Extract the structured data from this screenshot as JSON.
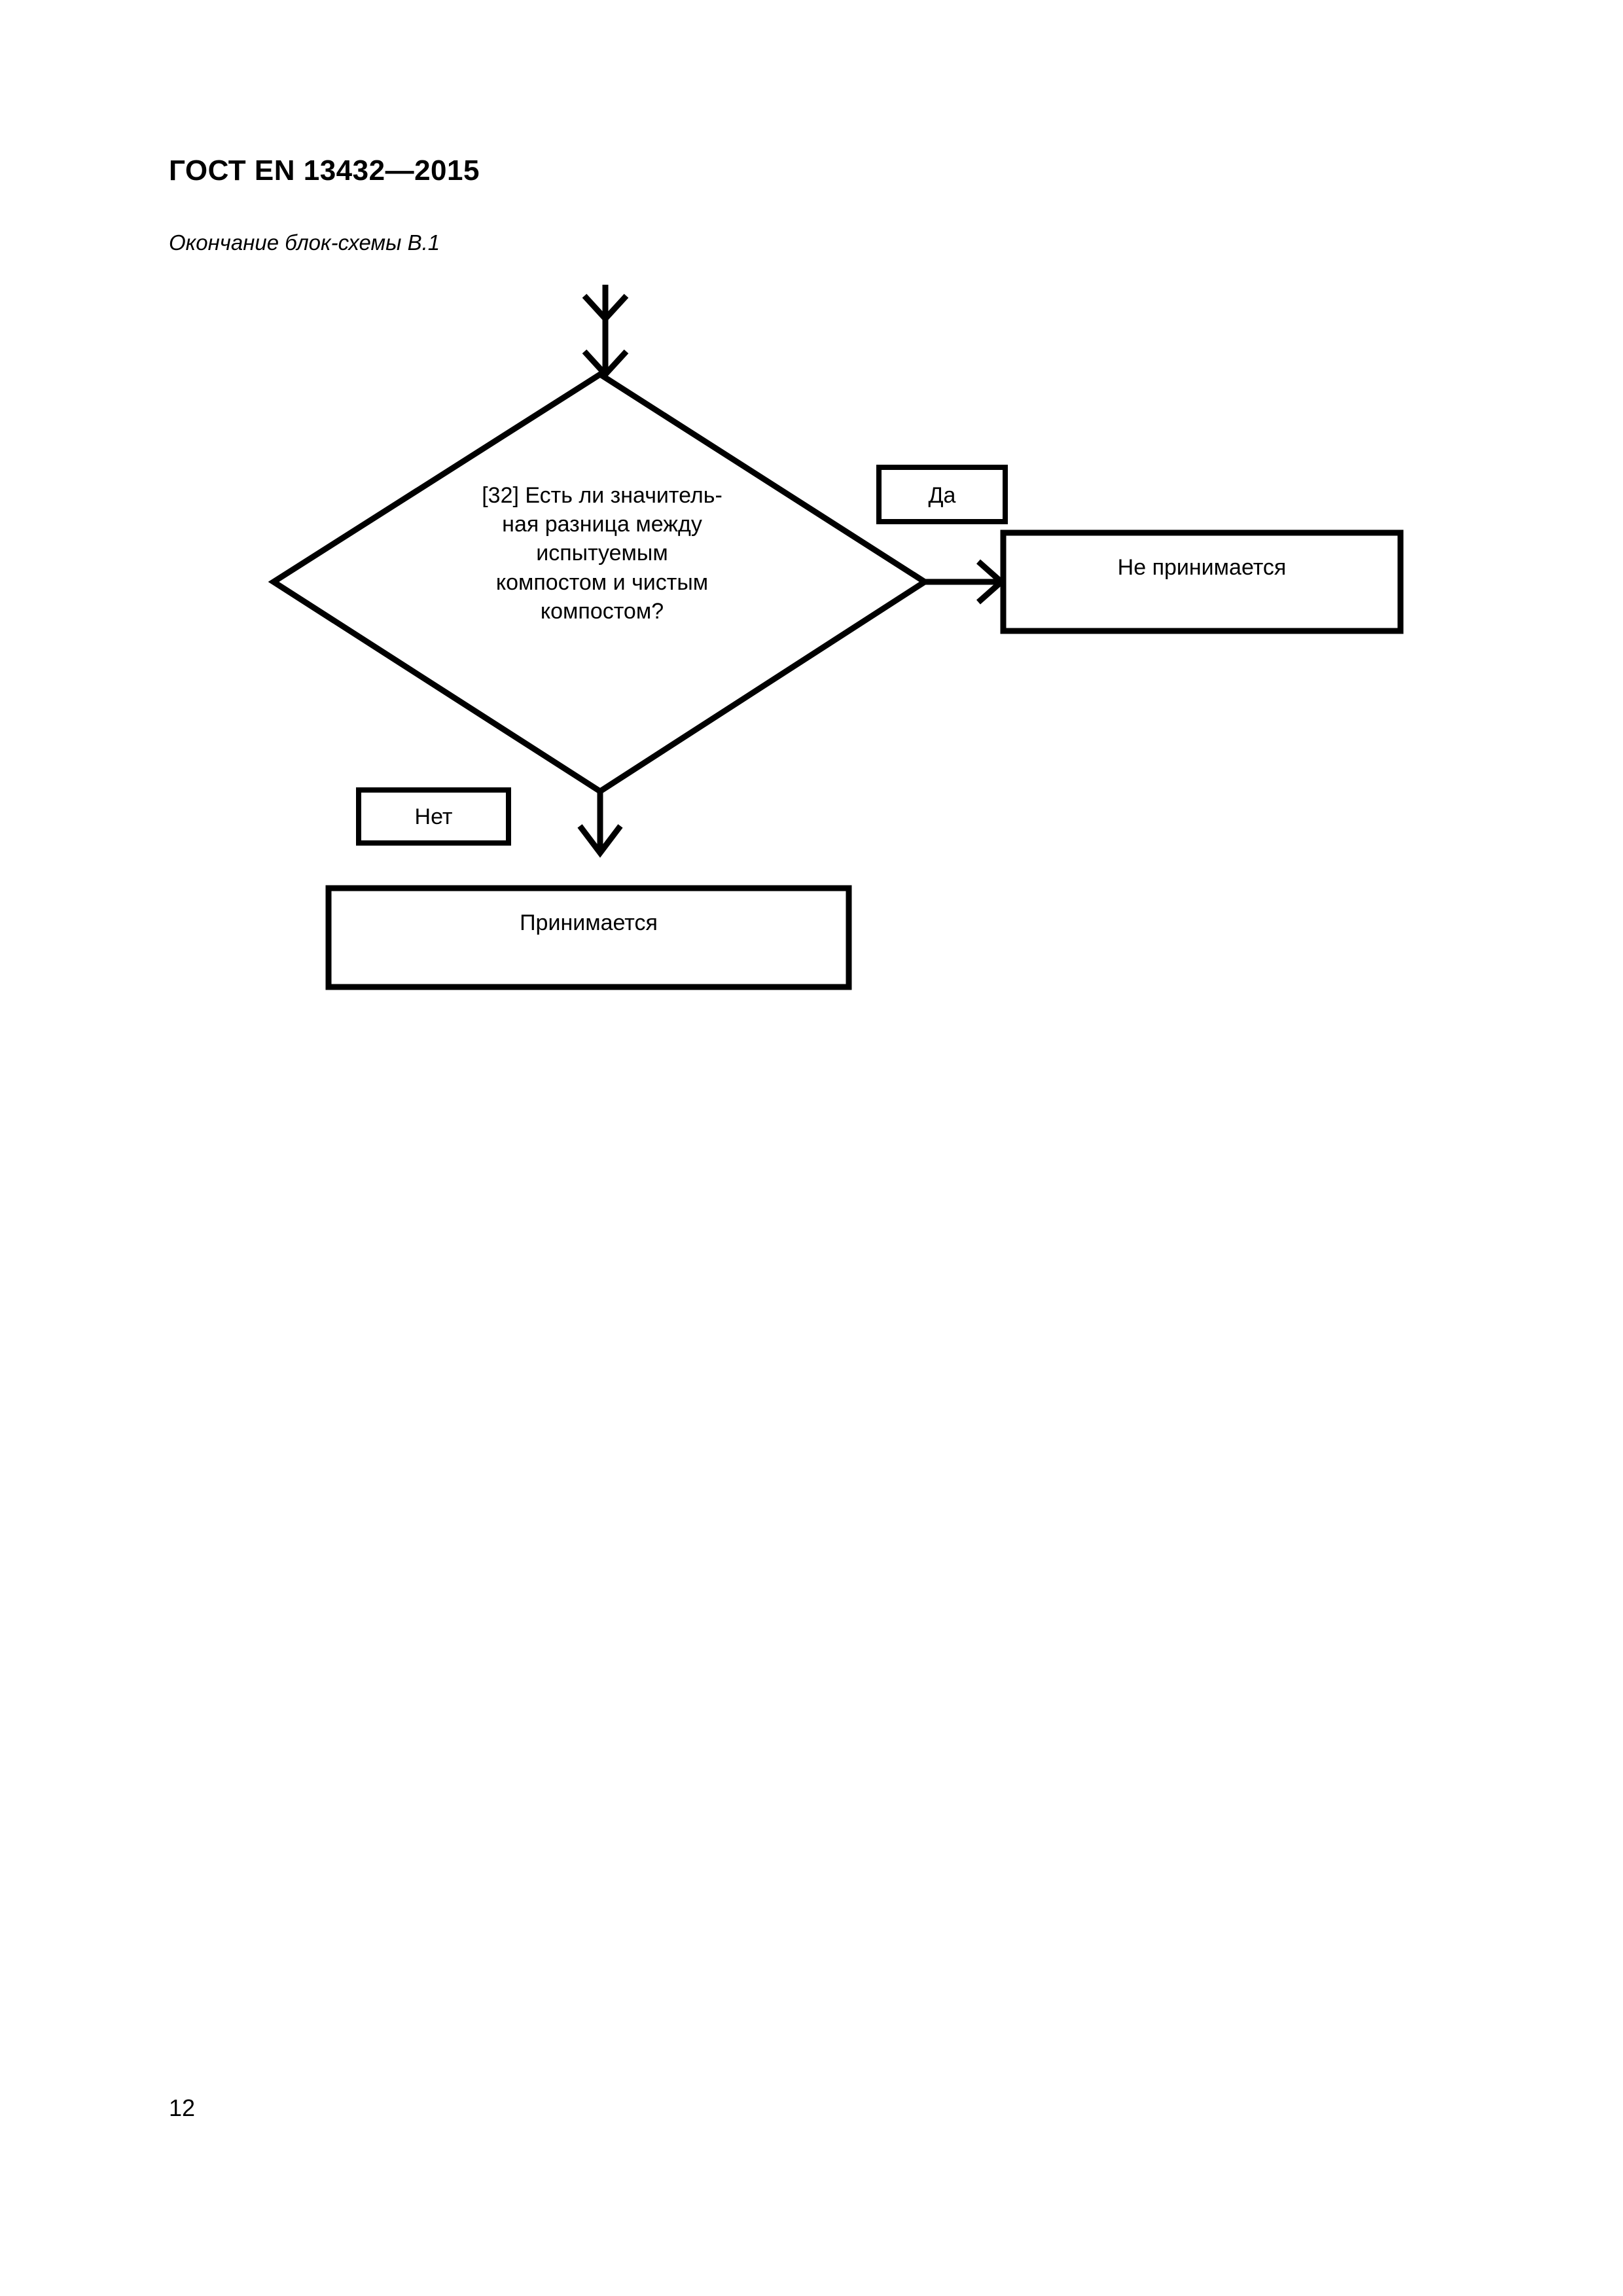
{
  "document": {
    "header": "ГОСТ EN 13432—2015",
    "figure_caption": "Окончание блок-схемы В.1",
    "page_number": "12"
  },
  "flowchart": {
    "decision": {
      "id": "[32]",
      "text": "[32] Есть ли значитель-\nная разница между\nиспытуемым\nкомпостом и чистым\nкомпостом?"
    },
    "branch_yes": {
      "label": "Да",
      "outcome": "Не принимается"
    },
    "branch_no": {
      "label": "Нет",
      "outcome": "Принимается"
    },
    "stroke_color": "#000000",
    "fill_color": "#ffffff"
  }
}
